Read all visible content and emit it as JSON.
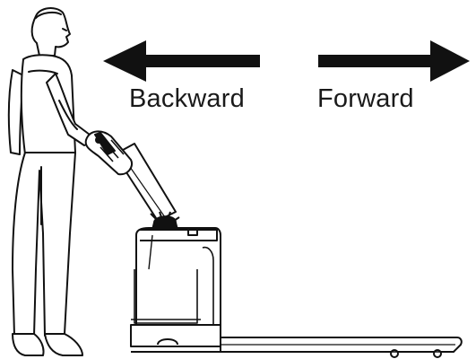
{
  "diagram": {
    "labels": {
      "backward": "Backward",
      "forward": "Forward"
    },
    "colors": {
      "ink": "#111111",
      "paper": "#ffffff"
    },
    "icons": {
      "backward_arrow": "arrow-left",
      "forward_arrow": "arrow-right"
    }
  }
}
